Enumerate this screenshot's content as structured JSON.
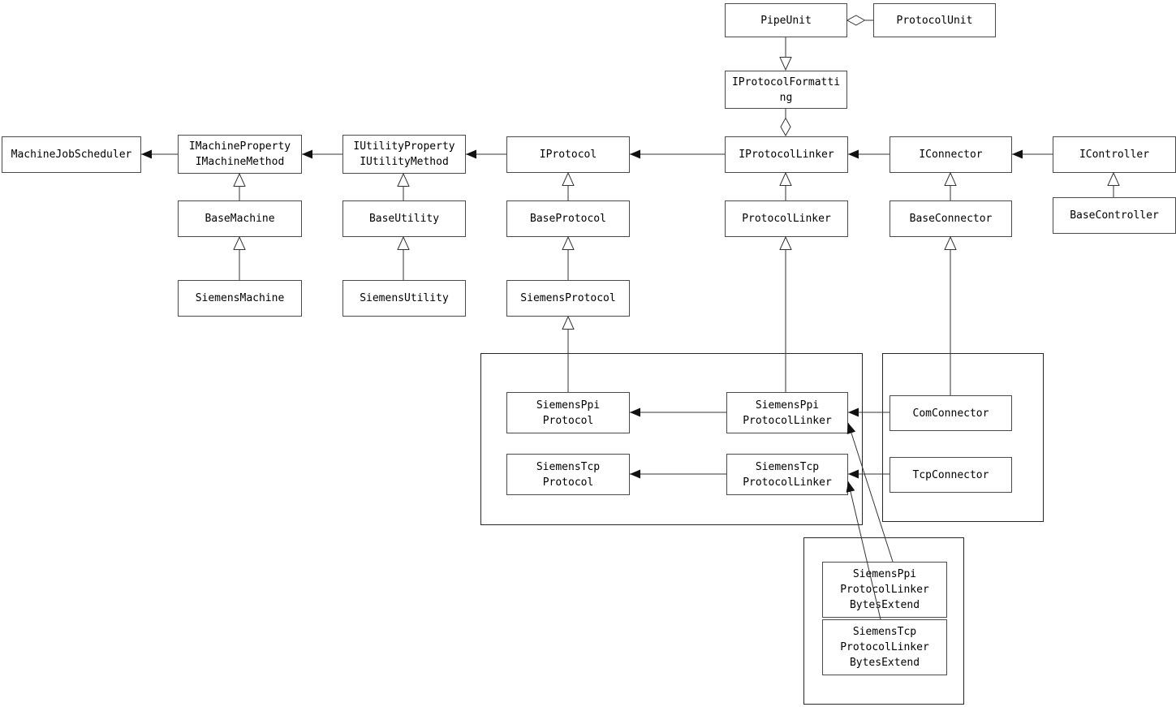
{
  "diagram": {
    "type": "uml-class-diagram",
    "background": "#ffffff",
    "line_color": "#333333",
    "box_border_color": "#4a4a4a",
    "nodes": [
      {
        "id": "PipeUnit",
        "label": "PipeUnit"
      },
      {
        "id": "ProtocolUnit",
        "label": "ProtocolUnit"
      },
      {
        "id": "IProtocolFormatting",
        "label": "IProtocolFormatti\nng"
      },
      {
        "id": "MachineJobScheduler",
        "label": "MachineJobScheduler"
      },
      {
        "id": "IMachinePropertyIMachineMethod",
        "label": "IMachineProperty\nIMachineMethod"
      },
      {
        "id": "IUtilityPropertyIUtilityMethod",
        "label": "IUtilityProperty\nIUtilityMethod"
      },
      {
        "id": "IProtocol",
        "label": "IProtocol"
      },
      {
        "id": "IProtocolLinker",
        "label": "IProtocolLinker"
      },
      {
        "id": "IConnector",
        "label": "IConnector"
      },
      {
        "id": "IController",
        "label": "IController"
      },
      {
        "id": "BaseMachine",
        "label": "BaseMachine"
      },
      {
        "id": "BaseUtility",
        "label": "BaseUtility"
      },
      {
        "id": "BaseProtocol",
        "label": "BaseProtocol"
      },
      {
        "id": "ProtocolLinker",
        "label": "ProtocolLinker"
      },
      {
        "id": "BaseConnector",
        "label": "BaseConnector"
      },
      {
        "id": "BaseController",
        "label": "BaseController"
      },
      {
        "id": "SiemensMachine",
        "label": "SiemensMachine"
      },
      {
        "id": "SiemensUtility",
        "label": "SiemensUtility"
      },
      {
        "id": "SiemensProtocol",
        "label": "SiemensProtocol"
      },
      {
        "id": "SiemensPpiProtocol",
        "label": "SiemensPpi\nProtocol"
      },
      {
        "id": "SiemensTcpProtocol",
        "label": "SiemensTcp\nProtocol"
      },
      {
        "id": "SiemensPpiProtocolLinker",
        "label": "SiemensPpi\nProtocolLinker"
      },
      {
        "id": "SiemensTcpProtocolLinker",
        "label": "SiemensTcp\nProtocolLinker"
      },
      {
        "id": "ComConnector",
        "label": "ComConnector"
      },
      {
        "id": "TcpConnector",
        "label": "TcpConnector"
      },
      {
        "id": "SiemensPpiProtocolLinkerBytesExtend",
        "label": "SiemensPpi\nProtocolLinker\nBytesExtend"
      },
      {
        "id": "SiemensTcpProtocolLinkerBytesExtend",
        "label": "SiemensTcp\nProtocolLinker\nBytesExtend"
      }
    ],
    "edges": [
      {
        "from": "ProtocolUnit",
        "to": "PipeUnit",
        "type": "aggregation"
      },
      {
        "from": "PipeUnit",
        "to": "IProtocolFormatting",
        "type": "generalization"
      },
      {
        "from": "IProtocolFormatting",
        "to": "IProtocolLinker",
        "type": "aggregation"
      },
      {
        "from": "IMachinePropertyIMachineMethod",
        "to": "MachineJobScheduler",
        "type": "association"
      },
      {
        "from": "IUtilityPropertyIUtilityMethod",
        "to": "IMachinePropertyIMachineMethod",
        "type": "association"
      },
      {
        "from": "IProtocol",
        "to": "IUtilityPropertyIUtilityMethod",
        "type": "association"
      },
      {
        "from": "IProtocolLinker",
        "to": "IProtocol",
        "type": "association"
      },
      {
        "from": "IConnector",
        "to": "IProtocolLinker",
        "type": "association"
      },
      {
        "from": "IController",
        "to": "IConnector",
        "type": "association"
      },
      {
        "from": "BaseMachine",
        "to": "IMachinePropertyIMachineMethod",
        "type": "generalization"
      },
      {
        "from": "SiemensMachine",
        "to": "BaseMachine",
        "type": "generalization"
      },
      {
        "from": "BaseUtility",
        "to": "IUtilityPropertyIUtilityMethod",
        "type": "generalization"
      },
      {
        "from": "SiemensUtility",
        "to": "BaseUtility",
        "type": "generalization"
      },
      {
        "from": "BaseProtocol",
        "to": "IProtocol",
        "type": "generalization"
      },
      {
        "from": "SiemensProtocol",
        "to": "BaseProtocol",
        "type": "generalization"
      },
      {
        "from": "SiemensPpiProtocol",
        "to": "SiemensProtocol",
        "type": "generalization"
      },
      {
        "from": "ProtocolLinker",
        "to": "IProtocolLinker",
        "type": "generalization"
      },
      {
        "from": "SiemensPpiProtocolLinker",
        "to": "ProtocolLinker",
        "type": "generalization"
      },
      {
        "from": "BaseConnector",
        "to": "IConnector",
        "type": "generalization"
      },
      {
        "from": "ComConnector",
        "to": "BaseConnector",
        "type": "generalization"
      },
      {
        "from": "BaseController",
        "to": "IController",
        "type": "generalization"
      },
      {
        "from": "SiemensPpiProtocolLinker",
        "to": "SiemensPpiProtocol",
        "type": "association"
      },
      {
        "from": "SiemensTcpProtocolLinker",
        "to": "SiemensTcpProtocol",
        "type": "association"
      },
      {
        "from": "ComConnector",
        "to": "SiemensPpiProtocolLinker",
        "type": "association"
      },
      {
        "from": "TcpConnector",
        "to": "SiemensTcpProtocolLinker",
        "type": "association"
      },
      {
        "from": "SiemensPpiProtocolLinkerBytesExtend",
        "to": "SiemensPpiProtocolLinker",
        "type": "association"
      },
      {
        "from": "SiemensTcpProtocolLinkerBytesExtend",
        "to": "SiemensTcpProtocolLinker",
        "type": "association"
      }
    ]
  }
}
